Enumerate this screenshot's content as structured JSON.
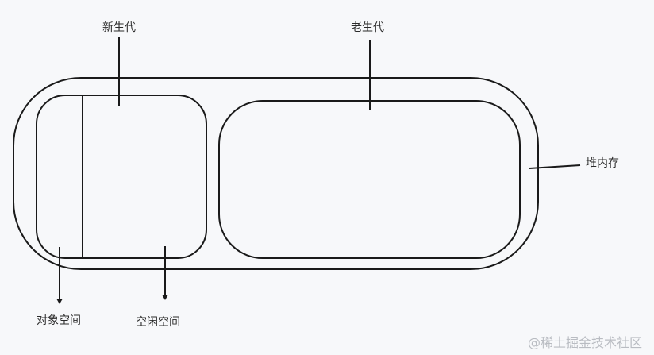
{
  "diagram": {
    "type": "heap-memory-structure",
    "labels": {
      "young_generation": "新生代",
      "old_generation": "老生代",
      "heap_memory": "堆内存",
      "object_space": "对象空间",
      "free_space": "空闲空间"
    },
    "watermark": "@稀土掘金技术社区",
    "colors": {
      "background": "#f7f8fa",
      "stroke": "#1a1a1a",
      "text": "#2b2b2b",
      "watermark": "#b9bcc2"
    }
  }
}
